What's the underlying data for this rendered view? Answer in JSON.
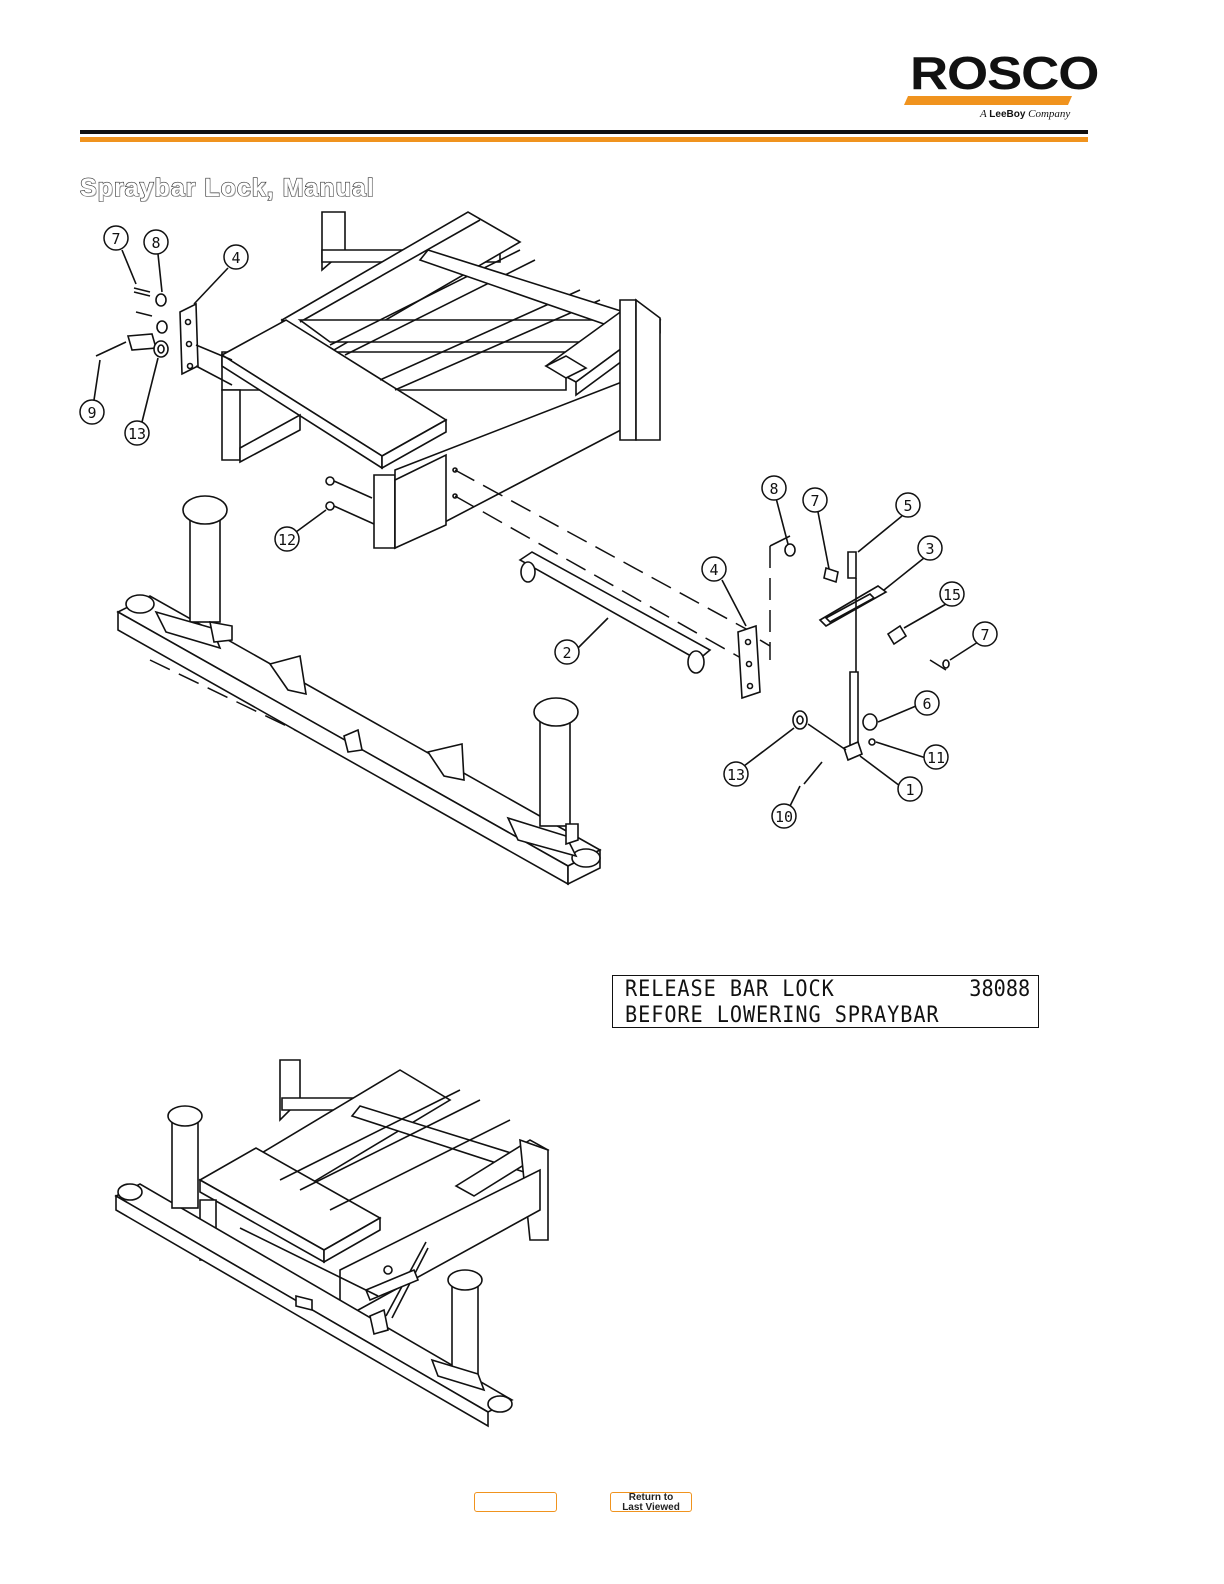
{
  "header": {
    "brand_name": "ROSCO",
    "brand_tagline_prefix": "A",
    "brand_tagline_brand": "LeeBoy",
    "brand_tagline_suffix": "Company",
    "brand_accent_color": "#f0931e"
  },
  "page": {
    "title": "Spraybar Lock, Manual"
  },
  "callouts": {
    "top_left_7": "7",
    "top_left_8": "8",
    "top_left_4": "4",
    "top_left_9": "9",
    "top_left_13": "13",
    "mid_12": "12",
    "mid_2": "2",
    "right_4": "4",
    "right_8": "8",
    "right_7": "7",
    "right_5": "5",
    "right_3": "3",
    "right_15": "15",
    "right_7b": "7",
    "right_6": "6",
    "right_11": "11",
    "right_1": "1",
    "right_13": "13",
    "right_10": "10"
  },
  "decal": {
    "line1": "RELEASE BAR LOCK",
    "line2": "BEFORE LOWERING SPRAYBAR",
    "part_number": "38088"
  },
  "footer": {
    "return_label_line1": "Return to",
    "return_label_line2": "Last Viewed",
    "button_border_color": "#f0931e"
  }
}
